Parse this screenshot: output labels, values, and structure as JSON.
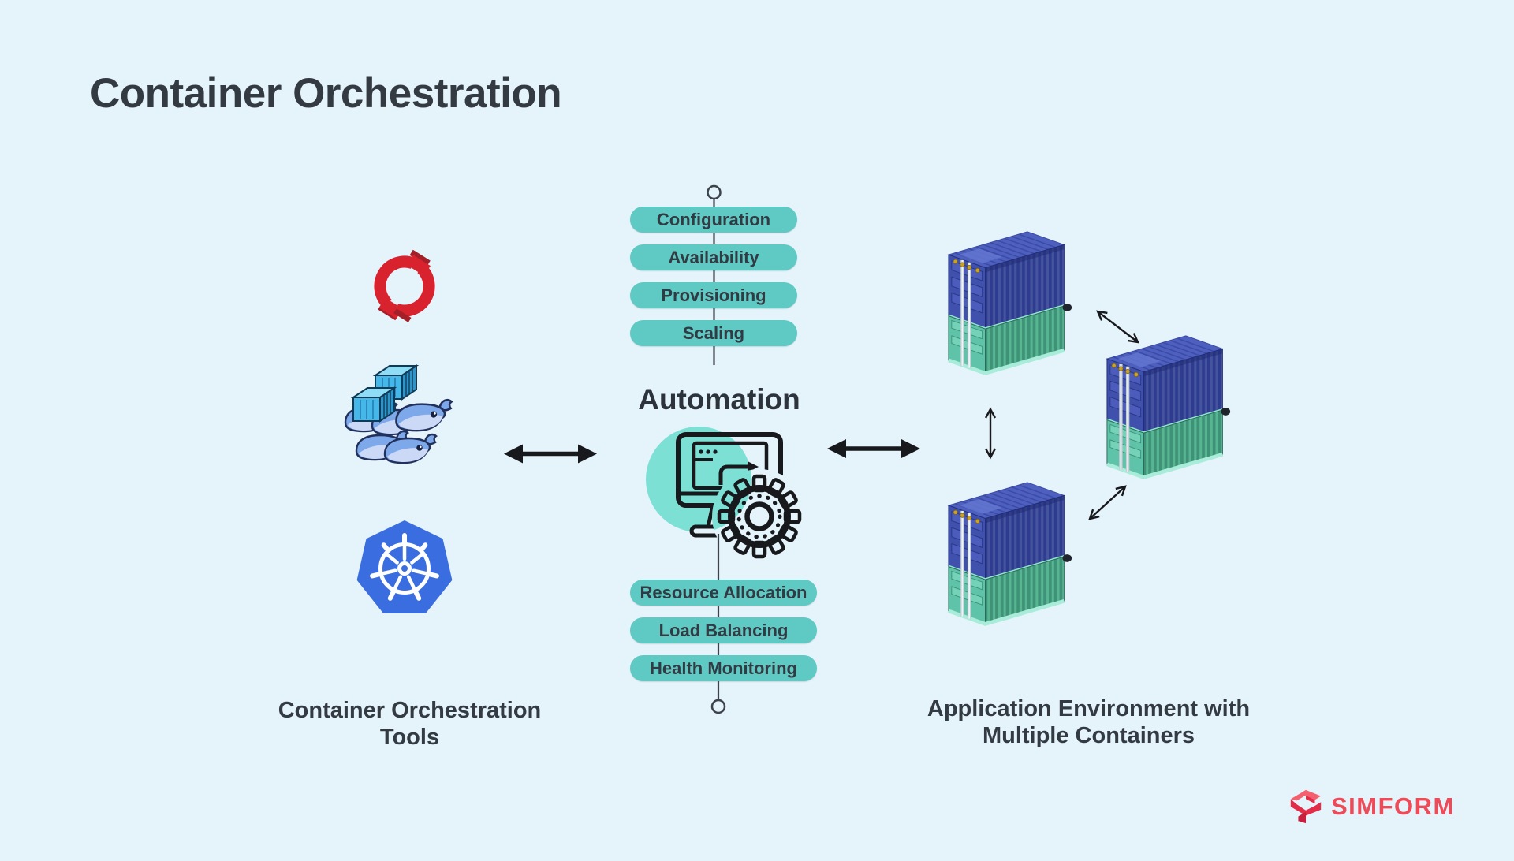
{
  "title": "Container Orchestration",
  "left_panel": {
    "icons": [
      "openshift-logo",
      "docker-swarm-logo",
      "kubernetes-logo"
    ],
    "caption_line1": "Container Orchestration",
    "caption_line2": "Tools"
  },
  "automation": {
    "top_pills": [
      "Configuration",
      "Availability",
      "Provisioning",
      "Scaling"
    ],
    "label": "Automation",
    "icon": "monitor-gear-icon",
    "bottom_pills": [
      "Resource Allocation",
      "Load Balancing",
      "Health Monitoring"
    ]
  },
  "right_panel": {
    "icons": [
      "container-stack",
      "container-stack",
      "container-stack"
    ],
    "caption_line1": "Application Environment with",
    "caption_line2": "Multiple Containers"
  },
  "brand": {
    "name": "SIMFORM"
  },
  "colors": {
    "background": "#e5f3fb",
    "pill": "#5fc9c3",
    "accent_circle": "#7de0d5",
    "text": "#333a42",
    "arrow": "#17191c",
    "brand": "#ee4a58",
    "container_blue": "#3f50ad",
    "container_green": "#5ec3a9",
    "kubernetes_blue": "#3a6de0",
    "openshift_red": "#d8222e",
    "docker_blue": "#7da8ea"
  }
}
